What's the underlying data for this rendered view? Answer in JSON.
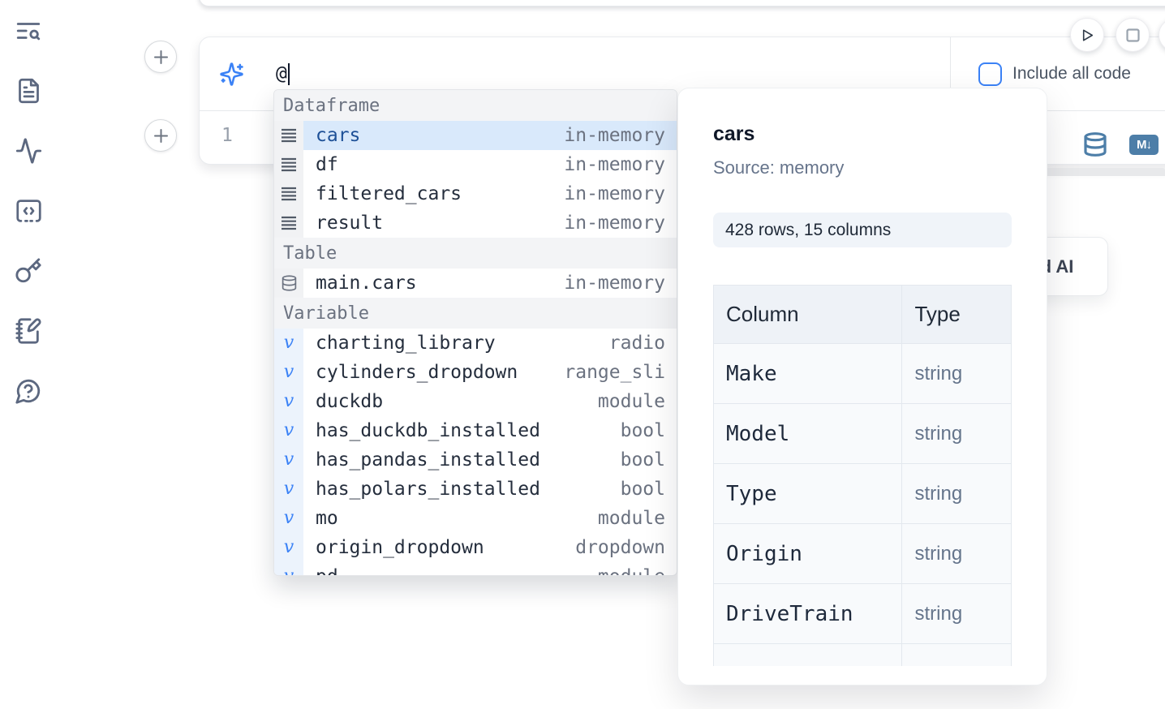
{
  "colors": {
    "accent_blue": "#3b82f6",
    "tool_icon_blue": "#4d7ea8",
    "selected_item_bg": "#d9e9fb",
    "selected_item_text": "#1d5097",
    "sidebar_icon": "#5c6880",
    "muted_text": "#6b7280"
  },
  "sidebar": {
    "icons": [
      "list-search-icon",
      "document-icon",
      "activity-icon",
      "code-square-icon",
      "key-icon",
      "notebook-pen-icon",
      "help-chat-icon"
    ]
  },
  "run_controls": {
    "icons": [
      "play-icon",
      "stop-icon",
      "partial-circle-button"
    ]
  },
  "ai_prompt": {
    "text": "@"
  },
  "cell_toolbar": {
    "include_all_code_label": "Include all code",
    "include_all_code_checked": false,
    "icons": [
      "database-icon",
      "markdown-icon"
    ]
  },
  "editor": {
    "line_number": "1"
  },
  "partial_button": {
    "visible_text": "d AI"
  },
  "autocomplete": {
    "sections": [
      {
        "label": "Dataframe",
        "kind": "dataframe",
        "items": [
          {
            "name": "cars",
            "type": "in-memory",
            "selected": true
          },
          {
            "name": "df",
            "type": "in-memory"
          },
          {
            "name": "filtered_cars",
            "type": "in-memory"
          },
          {
            "name": "result",
            "type": "in-memory"
          }
        ]
      },
      {
        "label": "Table",
        "kind": "table",
        "items": [
          {
            "name": "main.cars",
            "type": "in-memory"
          }
        ]
      },
      {
        "label": "Variable",
        "kind": "variable",
        "items": [
          {
            "name": "charting_library",
            "type": "radio"
          },
          {
            "name": "cylinders_dropdown",
            "type": "range_sli"
          },
          {
            "name": "duckdb",
            "type": "module"
          },
          {
            "name": "has_duckdb_installed",
            "type": "bool"
          },
          {
            "name": "has_pandas_installed",
            "type": "bool"
          },
          {
            "name": "has_polars_installed",
            "type": "bool"
          },
          {
            "name": "mo",
            "type": "module"
          },
          {
            "name": "origin_dropdown",
            "type": "dropdown"
          },
          {
            "name": "pd",
            "type": "module"
          }
        ]
      }
    ]
  },
  "preview": {
    "title": "cars",
    "source": "Source: memory",
    "shape_badge": "428 rows, 15 columns",
    "table": {
      "headers": [
        "Column",
        "Type"
      ],
      "rows": [
        [
          "Make",
          "string"
        ],
        [
          "Model",
          "string"
        ],
        [
          "Type",
          "string"
        ],
        [
          "Origin",
          "string"
        ],
        [
          "DriveTrain",
          "string"
        ],
        [
          "",
          ""
        ]
      ]
    }
  }
}
